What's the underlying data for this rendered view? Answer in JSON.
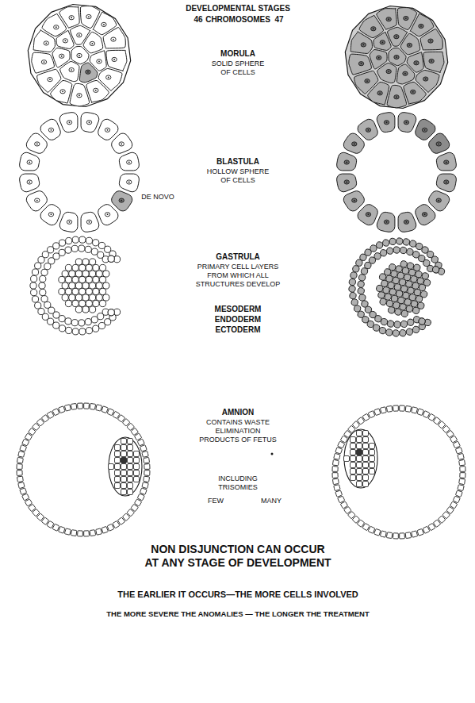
{
  "diagram": {
    "title": "DEVELOPMENTAL STAGES",
    "labels": [
      "46",
      "CHROMOSOMES",
      "47",
      "MORULA",
      "SOLID SPHERE OF CELLS",
      "BLASTULA",
      "HOLLOW SPHERE OF CELLS",
      "DE NOVO",
      "GASTRULA",
      "PRIMARY CELL LAYERS FROM WHICH ALL STRUCTURES DEVELOP",
      "MESODERM",
      "ENDODERM",
      "ECTODERM",
      "AMNION",
      "CONTAINS WASTE ELIMINATION PRODUCTS OF FETUS",
      "INCLUDING TRISOMIES",
      "FEW",
      "MANY",
      "NON DISJUNCTION CAN OCCUR AT ANY STAGE OF DEVELOPMENT",
      "THE EARLIER IT OCCURS—THE MORE CELLS INVOLVED",
      "THE MORE SEVERE THE ANOMALIES — THE LONGER THE TREATMENT"
    ]
  }
}
